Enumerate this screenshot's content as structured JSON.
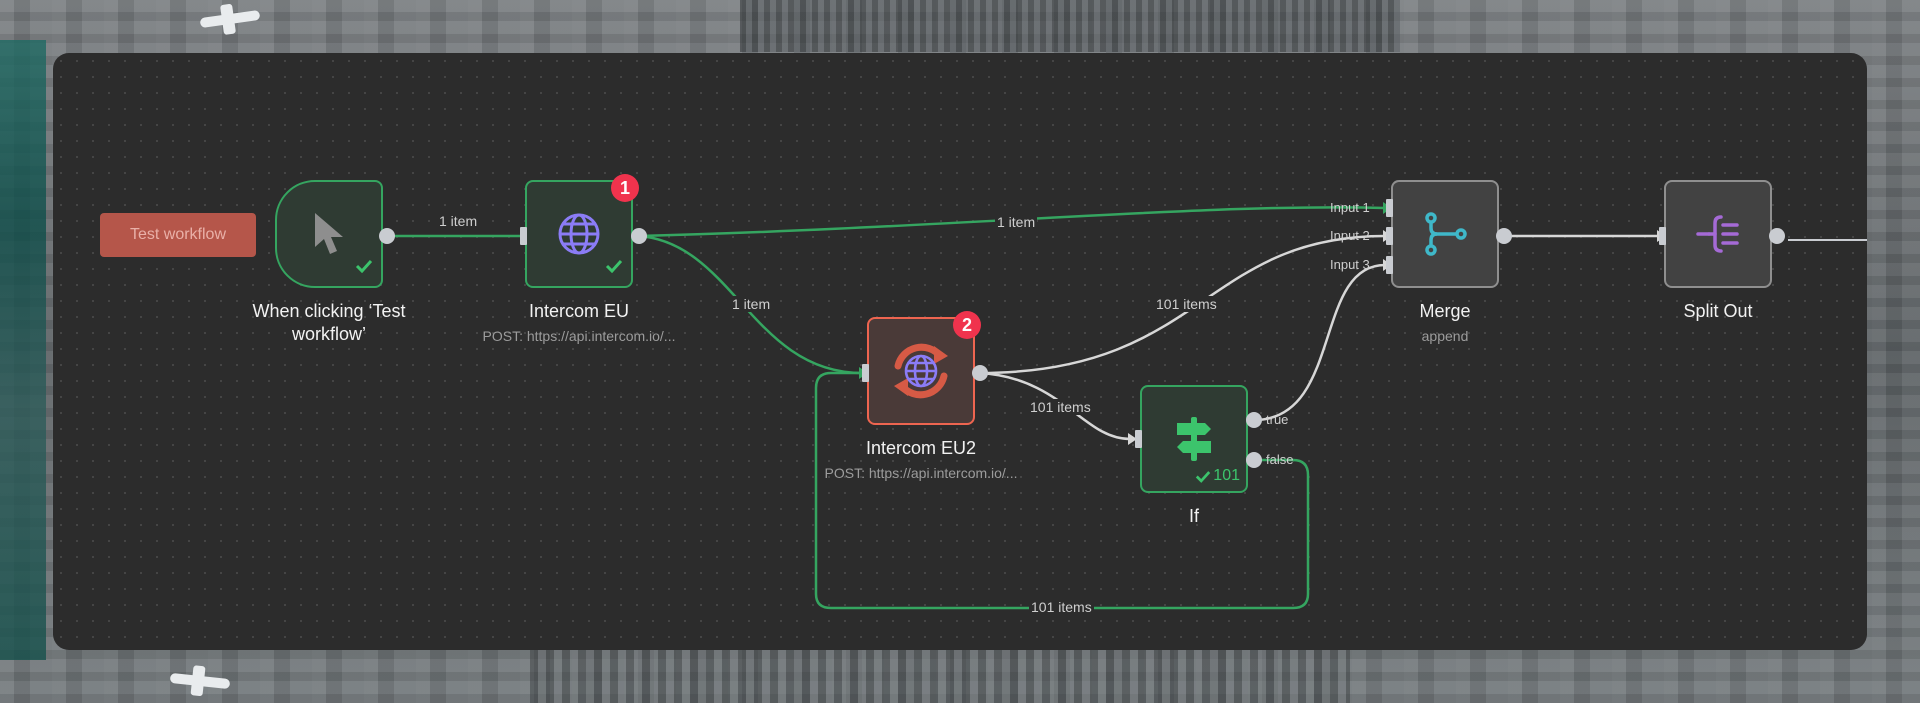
{
  "toolbar": {
    "test_workflow_label": "Test workflow"
  },
  "nodes": {
    "trigger": {
      "title": "When clicking ‘Test workflow’",
      "icon": "cursor-icon",
      "status": "success"
    },
    "intercom_eu": {
      "title": "Intercom EU",
      "subtitle": "POST: https://api.intercom.io/...",
      "badge": "1",
      "icon": "globe-icon",
      "status": "success"
    },
    "intercom_eu2": {
      "title": "Intercom EU2",
      "subtitle": "POST: https://api.intercom.io/...",
      "badge": "2",
      "icon": "globe-loop-icon",
      "status": "error"
    },
    "if": {
      "title": "If",
      "icon": "signpost-icon",
      "status": "success",
      "count": "101",
      "outputs": [
        "true",
        "false"
      ]
    },
    "merge": {
      "title": "Merge",
      "subtitle": "append",
      "icon": "merge-icon",
      "inputs": [
        "Input 1",
        "Input 2",
        "Input 3"
      ]
    },
    "split_out": {
      "title": "Split Out",
      "icon": "split-out-icon"
    }
  },
  "edges": {
    "trigger_to_eu": "1 item",
    "eu_to_merge": "1 item",
    "eu_to_eu2": "1 item",
    "eu2_to_merge": "101 items",
    "eu2_to_if": "101 items",
    "if_false_loop": "101 items"
  },
  "colors": {
    "canvas": "#2c2c2c",
    "success": "#35a560",
    "error": "#ee6550",
    "badge": "#f0334d",
    "node_icon_globe": "#8b7cf6",
    "merge_icon": "#3fb8c9",
    "split_icon": "#a56ad6"
  }
}
